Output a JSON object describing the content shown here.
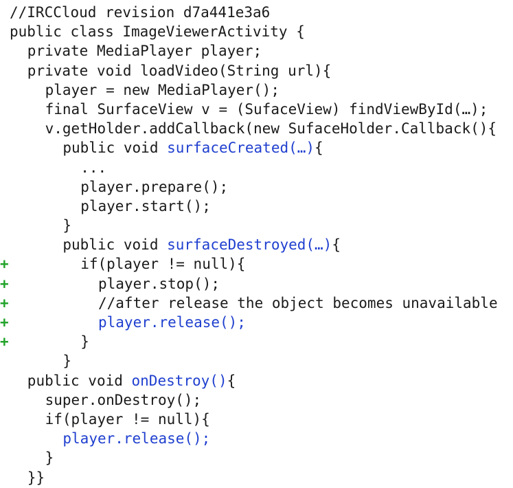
{
  "lines": [
    {
      "indent": 0,
      "marker": "",
      "parts": [
        {
          "text": "//IRCCloud revision d7a441e3a6"
        }
      ]
    },
    {
      "indent": 0,
      "marker": "",
      "parts": [
        {
          "text": "public class ImageViewerActivity {"
        }
      ]
    },
    {
      "indent": 1,
      "marker": "",
      "parts": [
        {
          "text": "private MediaPlayer player;"
        }
      ]
    },
    {
      "indent": 1,
      "marker": "",
      "parts": [
        {
          "text": "private void loadVideo(String url){"
        }
      ]
    },
    {
      "indent": 2,
      "marker": "",
      "parts": [
        {
          "text": "player = new MediaPlayer();"
        }
      ]
    },
    {
      "indent": 2,
      "marker": "",
      "parts": [
        {
          "text": "final SurfaceView v = (SufaceView) findViewById(…);"
        }
      ]
    },
    {
      "indent": 2,
      "marker": "",
      "parts": [
        {
          "text": "v.getHolder.addCallback(new SufaceHolder.Callback(){"
        }
      ]
    },
    {
      "indent": 3,
      "marker": "",
      "parts": [
        {
          "text": "public void "
        },
        {
          "text": "surfaceCreated(…)",
          "hl": true
        },
        {
          "text": "{"
        }
      ]
    },
    {
      "indent": 4,
      "marker": "",
      "parts": [
        {
          "text": "..."
        }
      ]
    },
    {
      "indent": 4,
      "marker": "",
      "parts": [
        {
          "text": "player.prepare();"
        }
      ]
    },
    {
      "indent": 4,
      "marker": "",
      "parts": [
        {
          "text": "player.start();"
        }
      ]
    },
    {
      "indent": 3,
      "marker": "",
      "parts": [
        {
          "text": "}"
        }
      ]
    },
    {
      "indent": 3,
      "marker": "",
      "parts": [
        {
          "text": "public void "
        },
        {
          "text": "surfaceDestroyed(…)",
          "hl": true
        },
        {
          "text": "{"
        }
      ]
    },
    {
      "indent": 4,
      "marker": "+",
      "parts": [
        {
          "text": "if(player != null){"
        }
      ]
    },
    {
      "indent": 5,
      "marker": "+",
      "parts": [
        {
          "text": "player.stop();"
        }
      ]
    },
    {
      "indent": 5,
      "marker": "+",
      "parts": [
        {
          "text": "//after release the object becomes unavailable"
        }
      ]
    },
    {
      "indent": 5,
      "marker": "+",
      "parts": [
        {
          "text": "player.release();",
          "hl": true
        }
      ]
    },
    {
      "indent": 4,
      "marker": "+",
      "parts": [
        {
          "text": "}"
        }
      ]
    },
    {
      "indent": 3,
      "marker": "",
      "parts": [
        {
          "text": "}"
        }
      ]
    },
    {
      "indent": 1,
      "marker": "",
      "parts": [
        {
          "text": "public void "
        },
        {
          "text": "onDestroy()",
          "hl": true
        },
        {
          "text": "{"
        }
      ]
    },
    {
      "indent": 2,
      "marker": "",
      "parts": [
        {
          "text": "super.onDestroy();"
        }
      ]
    },
    {
      "indent": 2,
      "marker": "",
      "parts": [
        {
          "text": "if(player != null){"
        }
      ]
    },
    {
      "indent": 3,
      "marker": "",
      "parts": [
        {
          "text": "player.release();",
          "hl": true
        }
      ]
    },
    {
      "indent": 2,
      "marker": "",
      "parts": [
        {
          "text": "}"
        }
      ]
    },
    {
      "indent": 1,
      "marker": "",
      "parts": [
        {
          "text": "}}"
        }
      ]
    }
  ],
  "colors": {
    "text": "#1a1a1a",
    "highlight": "#1f3fcf",
    "added_marker": "#22a32a",
    "background": "#ffffff"
  }
}
